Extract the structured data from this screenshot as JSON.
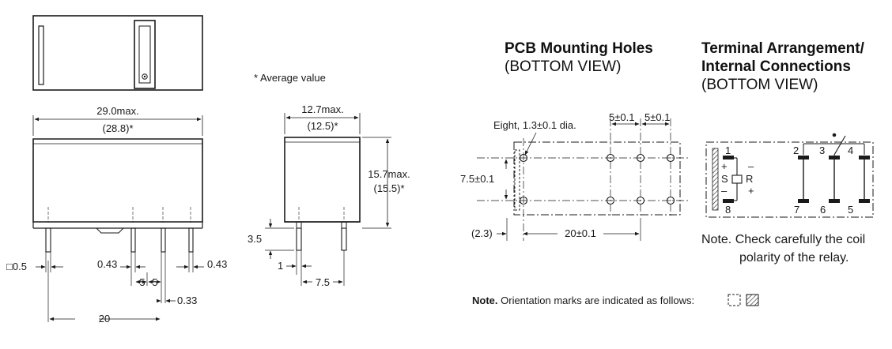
{
  "average_note": "* Average value",
  "side_view": {
    "width_max": "29.0max.",
    "width_avg": "(28.8)*",
    "term_size": "□0.5",
    "pin_w1": "0.43",
    "pin_w2": "0.43",
    "pitch_a": "5",
    "pitch_b": "5",
    "offset": "0.33",
    "total": "20"
  },
  "end_view": {
    "width_max": "12.7max.",
    "width_avg": "(12.5)*",
    "height_max": "15.7max.",
    "height_avg": "(15.5)*",
    "pin_len": "3.5",
    "pin_w": "1",
    "pin_pitch": "7.5"
  },
  "pcb": {
    "title": "PCB Mounting Holes",
    "subtitle": "(BOTTOM VIEW)",
    "holes_label": "Eight, 1.3±0.1 dia.",
    "pitch_a": "5±0.1",
    "pitch_b": "5±0.1",
    "row_spacing": "7.5±0.1",
    "offset": "(2.3)",
    "span": "20±0.1"
  },
  "terminal": {
    "title_line1": "Terminal Arrangement/",
    "title_line2": "Internal Connections",
    "subtitle": "(BOTTOM VIEW)",
    "pins": [
      "1",
      "2",
      "3",
      "4",
      "5",
      "6",
      "7",
      "8"
    ],
    "coil_set": "S",
    "coil_reset": "R",
    "plus": "+",
    "minus": "–"
  },
  "coil_note_line1": "Note. Check carefully the coil",
  "coil_note_line2": "polarity of the relay.",
  "orientation_note_label": "Note.",
  "orientation_note_text": "Orientation marks are indicated as follows:"
}
